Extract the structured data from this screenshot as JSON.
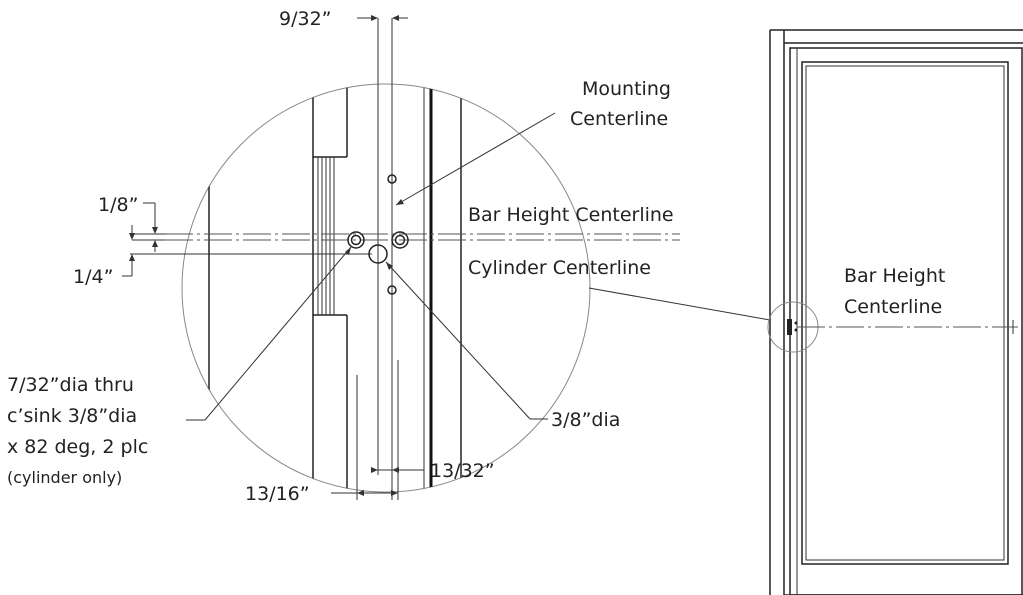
{
  "dimensions": {
    "top": "9/32”",
    "small_gap": "1/8”",
    "large_gap": "1/4”",
    "bottom_right": "13/32”",
    "bottom_left": "13/16”"
  },
  "callouts": {
    "mounting_line1": "Mounting",
    "mounting_line2": "Centerline",
    "bar_height": "Bar Height Centerline",
    "cylinder": "Cylinder Centerline",
    "hole_line1": "7/32”dia thru",
    "hole_line2": "c’sink 3/8”dia",
    "hole_line3": "x 82 deg, 2 plc",
    "hole_line4": "(cylinder only)",
    "center_hole": "3/8”dia"
  },
  "door_elevation": {
    "label_line1": "Bar Height",
    "label_line2": "Centerline"
  }
}
